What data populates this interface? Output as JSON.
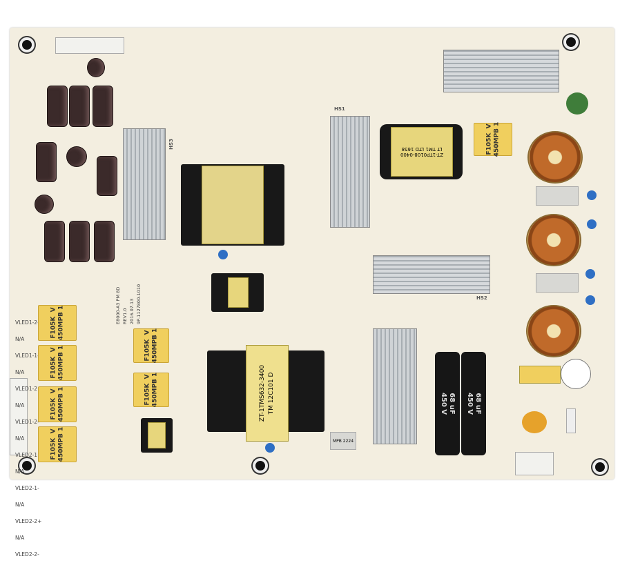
{
  "board_labels": {
    "vled": [
      "VLED1-2-",
      "N/A",
      "VLED1-1-",
      "N/A",
      "VLED1-2+",
      "N/A",
      "VLED1-2-",
      "N/A",
      "VLED2-1+",
      "N/A",
      "VLED2-1-",
      "N/A",
      "VLED2-2+",
      "N/A",
      "VLED2-2-"
    ],
    "film_cap": "F105K  V\n450MPB 1",
    "electrolytic": "68 uF\n450 V",
    "transformer_main": "ZT-1TMS632-3400\nTM 12C101 D",
    "transformer_top": "ZT-1TP0108-0400\nLT TM1 LTD 1658",
    "pcb_marking": "E8000-A3 PM 8D\nREV1.0\n2016.07.13\n9P-1127800-1010",
    "hs1": "HS1",
    "hs2": "HS2",
    "hs3": "HS3",
    "mov": "MPB 2224"
  },
  "colors": {
    "board": "#f3eee0",
    "film_cap": "#f0cf5e",
    "electrolytic": "#3b2a2a",
    "heatsink": "#c4c9cc",
    "copper": "#c06a2a",
    "y_cap": "#2f6fc4"
  }
}
